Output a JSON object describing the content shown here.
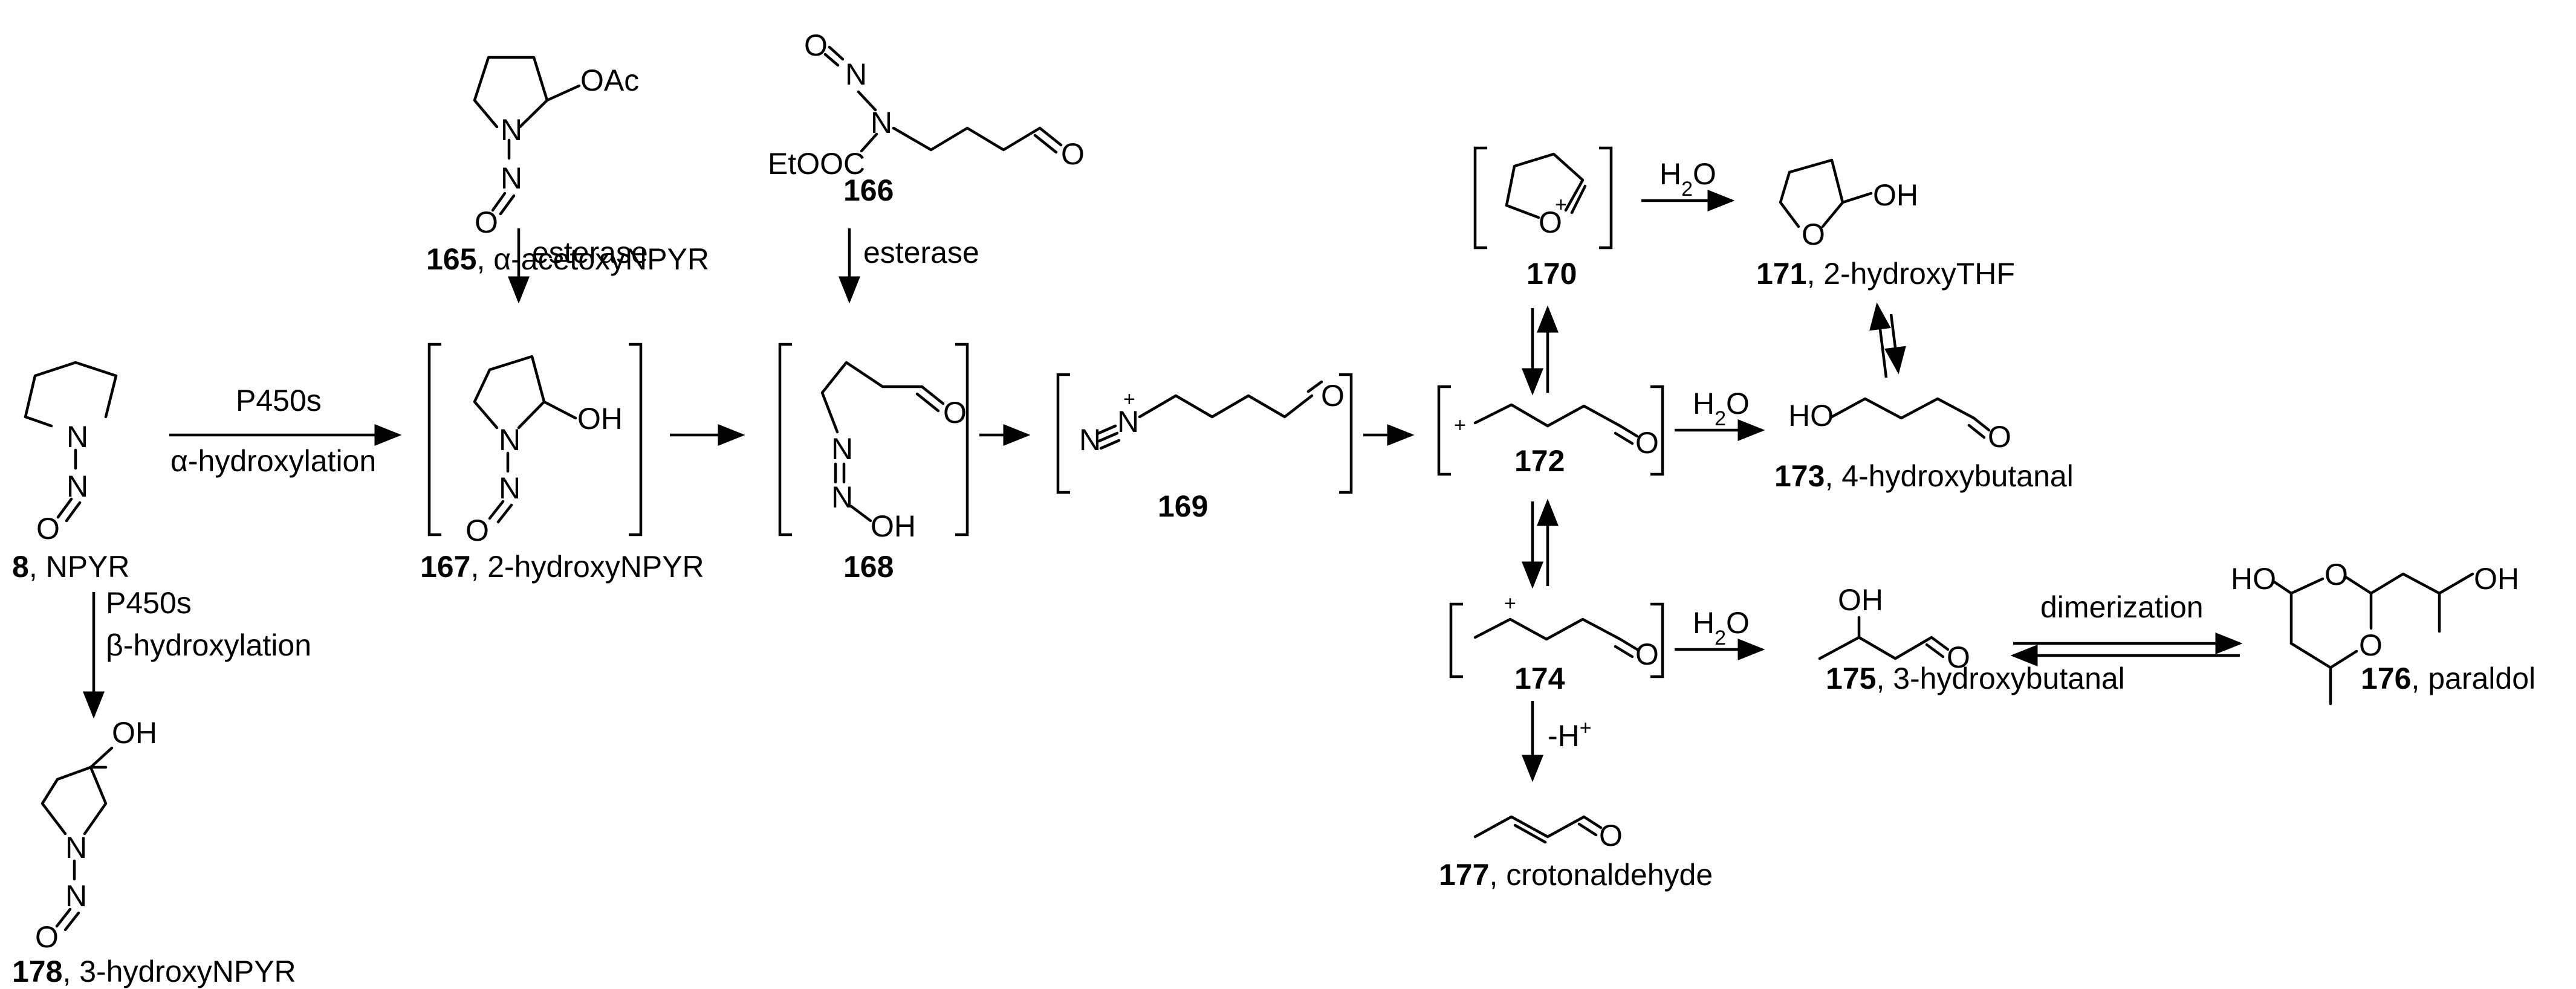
{
  "atoms": {
    "oac": "OAc",
    "o": "O",
    "n": "N",
    "oh": "OH",
    "ho": "HO",
    "etooc": "EtOOC",
    "plus": "+",
    "h2o_h": "H",
    "h2o_sub": "2",
    "h2o_o": "O",
    "minus_h": "-H",
    "h_plus": "+"
  },
  "reagents": {
    "esterase": "esterase",
    "p450s": "P450s",
    "alpha_hydroxylation": "α-hydroxylation",
    "beta_hydroxylation": "β-hydroxylation",
    "dimerization": "dimerization"
  },
  "compounds": {
    "c8": {
      "num": "8",
      "name": ", NPYR"
    },
    "c165": {
      "num": "165",
      "name": ", α-acetoxyNPYR"
    },
    "c166": {
      "num": "166",
      "name": ""
    },
    "c167": {
      "num": "167",
      "name": ", 2-hydroxyNPYR"
    },
    "c168": {
      "num": "168",
      "name": ""
    },
    "c169": {
      "num": "169",
      "name": ""
    },
    "c170": {
      "num": "170",
      "name": ""
    },
    "c171": {
      "num": "171",
      "name": ", 2-hydroxyTHF"
    },
    "c172": {
      "num": "172",
      "name": ""
    },
    "c173": {
      "num": "173",
      "name": ", 4-hydroxybutanal"
    },
    "c174": {
      "num": "174",
      "name": ""
    },
    "c175": {
      "num": "175",
      "name": ", 3-hydroxybutanal"
    },
    "c176": {
      "num": "176",
      "name": ", paraldol"
    },
    "c177": {
      "num": "177",
      "name": ", crotonaldehyde"
    },
    "c178": {
      "num": "178",
      "name": ", 3-hydroxyNPYR"
    }
  }
}
